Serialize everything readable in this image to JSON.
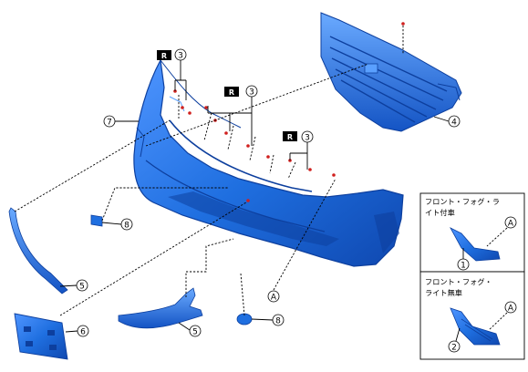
{
  "callouts": {
    "c1": "1",
    "c2": "2",
    "c3a": "3",
    "c3b": "3",
    "c3c": "3",
    "c4": "4",
    "c5a": "5",
    "c5b": "5",
    "c6": "6",
    "c7": "7",
    "c8a": "8",
    "c8b": "8",
    "ca_main": "A",
    "ca_inset1": "A",
    "ca_inset2": "A"
  },
  "replace_badge": "R",
  "inset_with_fog": {
    "title_line1": "フロント・フォグ・ラ",
    "title_line2": "イト付車"
  },
  "inset_without_fog": {
    "title_line1": "フロント・フォグ・",
    "title_line2": "ライト無車"
  },
  "colors": {
    "part_blue": "#1f6fe0",
    "part_dark": "#0d3f9e",
    "part_light": "#5aa0ff",
    "badge_black": "#000000"
  }
}
